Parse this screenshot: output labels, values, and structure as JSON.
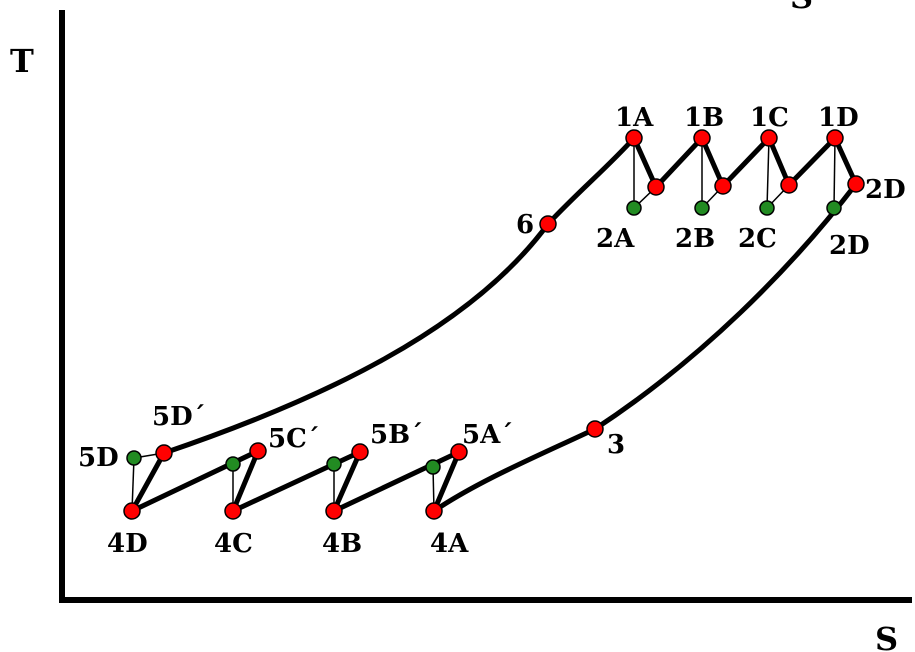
{
  "axes": {
    "y_label": "T",
    "x_label": "S",
    "top_right_fragment": "S"
  },
  "colors": {
    "actual_state": "#ff0000",
    "ideal_state": "#228b22",
    "lines": "#000000"
  },
  "points": {
    "p1A": "1A",
    "p1B": "1B",
    "p1C": "1C",
    "p1D": "1D",
    "p2Aa": "2A",
    "p2Ba": "2B",
    "p2Ca": "2C",
    "p2Da": "2D",
    "p2Dr": "2D",
    "p4A": "4A",
    "p4B": "4B",
    "p4C": "4C",
    "p4D": "4D",
    "p5Aa": "5A´",
    "p5Ba": "5B´",
    "p5Ca": "5C´",
    "p5Da": "5D´",
    "p5D": "5D",
    "p6": "6",
    "p3": "3"
  }
}
